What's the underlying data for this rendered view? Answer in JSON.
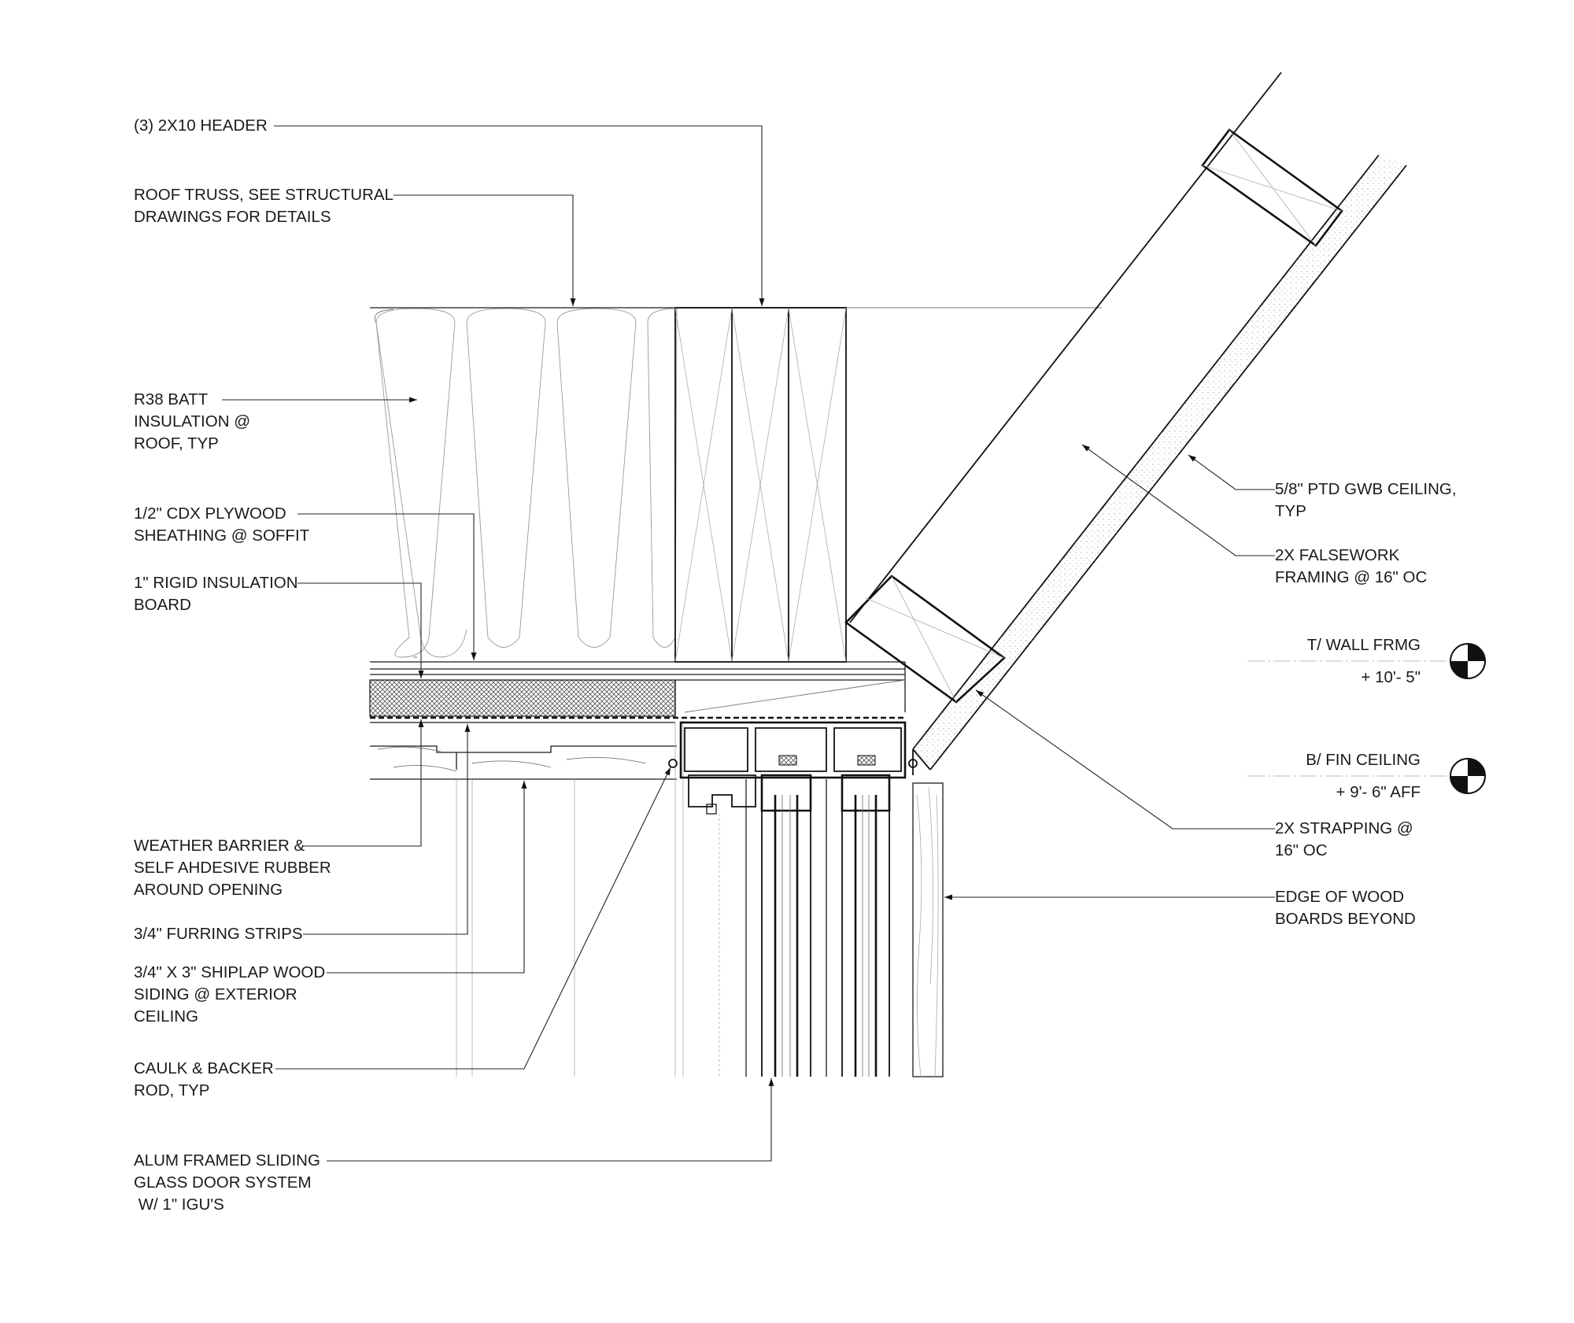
{
  "labels": {
    "header": [
      "(3) 2X10 HEADER"
    ],
    "roof_truss": [
      "ROOF TRUSS, SEE STRUCTURAL",
      "DRAWINGS FOR DETAILS"
    ],
    "batt": [
      "R38 BATT",
      "INSULATION @",
      "ROOF, TYP"
    ],
    "plywood": [
      "1/2\" CDX PLYWOOD",
      "SHEATHING @ SOFFIT"
    ],
    "rigid": [
      "1\" RIGID INSULATION",
      "BOARD"
    ],
    "weather": [
      "WEATHER BARRIER &",
      "SELF AHDESIVE RUBBER",
      "AROUND OPENING"
    ],
    "furring": [
      "3/4\" FURRING STRIPS"
    ],
    "shiplap": [
      "3/4\" X 3\" SHIPLAP WOOD",
      "SIDING @ EXTERIOR",
      "CEILING"
    ],
    "caulk": [
      "CAULK & BACKER",
      "ROD, TYP"
    ],
    "door": [
      "ALUM FRAMED SLIDING",
      "GLASS DOOR SYSTEM",
      " W/ 1\" IGU'S"
    ],
    "gwb": [
      "5/8\" PTD GWB CEILING,",
      "TYP"
    ],
    "falsework": [
      "2X FALSEWORK",
      "FRAMING @ 16\" OC"
    ],
    "strapping": [
      "2X STRAPPING @",
      "16\" OC"
    ],
    "edge": [
      "EDGE OF WOOD",
      "BOARDS BEYOND"
    ]
  },
  "levels": {
    "wall_frmg": {
      "name": "T/ WALL FRMG",
      "value": "+ 10'- 5\""
    },
    "fin_ceiling": {
      "name": "B/ FIN CEILING",
      "value": "+ 9'- 6\" AFF"
    }
  },
  "symbols": {
    "level_marker": "quartered-circle-icon",
    "arrowhead": "filled-triangle"
  },
  "colors": {
    "ink": "#1a1a1a",
    "background": "#ffffff",
    "hatch": "#555555"
  }
}
